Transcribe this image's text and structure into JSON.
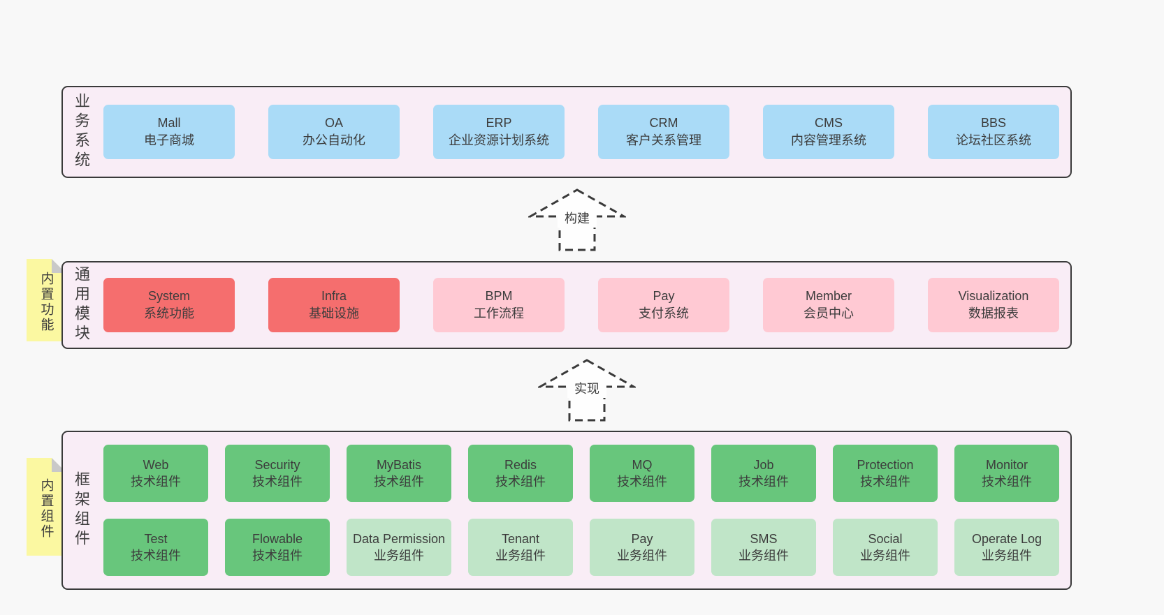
{
  "colors": {
    "page_bg": "#f8f8f8",
    "section_bg": "#f9edf6",
    "line": "#3a3a3a",
    "text": "#3c3c3c",
    "blue": "#aadbf7",
    "red": "#f56e6e",
    "pink": "#ffc9d3",
    "green": "#68c67c",
    "light_green": "#c0e5c8",
    "sticky_yellow": "#fbf8a1",
    "sticky_fold": "#c9c9c9",
    "arrow_fill": "#fefefe"
  },
  "arrows": [
    {
      "label": "构建"
    },
    {
      "label": "实现"
    }
  ],
  "sections": [
    {
      "id": "business",
      "label": "业务系统",
      "sticky": null,
      "rows": [
        [
          {
            "title": "Mall",
            "subtitle": "电子商城",
            "variant": "blue"
          },
          {
            "title": "OA",
            "subtitle": "办公自动化",
            "variant": "blue"
          },
          {
            "title": "ERP",
            "subtitle": "企业资源计划系统",
            "variant": "blue"
          },
          {
            "title": "CRM",
            "subtitle": "客户关系管理",
            "variant": "blue"
          },
          {
            "title": "CMS",
            "subtitle": "内容管理系统",
            "variant": "blue"
          },
          {
            "title": "BBS",
            "subtitle": "论坛社区系统",
            "variant": "blue"
          }
        ]
      ]
    },
    {
      "id": "modules",
      "label": "通用模块",
      "sticky": "内置功能",
      "rows": [
        [
          {
            "title": "System",
            "subtitle": "系统功能",
            "variant": "red"
          },
          {
            "title": "Infra",
            "subtitle": "基础设施",
            "variant": "red"
          },
          {
            "title": "BPM",
            "subtitle": "工作流程",
            "variant": "pink"
          },
          {
            "title": "Pay",
            "subtitle": "支付系统",
            "variant": "pink"
          },
          {
            "title": "Member",
            "subtitle": "会员中心",
            "variant": "pink"
          },
          {
            "title": "Visualization",
            "subtitle": "数据报表",
            "variant": "pink"
          }
        ]
      ]
    },
    {
      "id": "components",
      "label": "框架组件",
      "sticky": "内置组件",
      "rows": [
        [
          {
            "title": "Web",
            "subtitle": "技术组件",
            "variant": "green"
          },
          {
            "title": "Security",
            "subtitle": "技术组件",
            "variant": "green"
          },
          {
            "title": "MyBatis",
            "subtitle": "技术组件",
            "variant": "green"
          },
          {
            "title": "Redis",
            "subtitle": "技术组件",
            "variant": "green"
          },
          {
            "title": "MQ",
            "subtitle": "技术组件",
            "variant": "green"
          },
          {
            "title": "Job",
            "subtitle": "技术组件",
            "variant": "green"
          },
          {
            "title": "Protection",
            "subtitle": "技术组件",
            "variant": "green"
          },
          {
            "title": "Monitor",
            "subtitle": "技术组件",
            "variant": "green"
          }
        ],
        [
          {
            "title": "Test",
            "subtitle": "技术组件",
            "variant": "green"
          },
          {
            "title": "Flowable",
            "subtitle": "技术组件",
            "variant": "green"
          },
          {
            "title": "Data Permission",
            "subtitle": "业务组件",
            "variant": "light-green"
          },
          {
            "title": "Tenant",
            "subtitle": "业务组件",
            "variant": "light-green"
          },
          {
            "title": "Pay",
            "subtitle": "业务组件",
            "variant": "light-green"
          },
          {
            "title": "SMS",
            "subtitle": "业务组件",
            "variant": "light-green"
          },
          {
            "title": "Social",
            "subtitle": "业务组件",
            "variant": "light-green"
          },
          {
            "title": "Operate Log",
            "subtitle": "业务组件",
            "variant": "light-green"
          }
        ]
      ]
    }
  ]
}
